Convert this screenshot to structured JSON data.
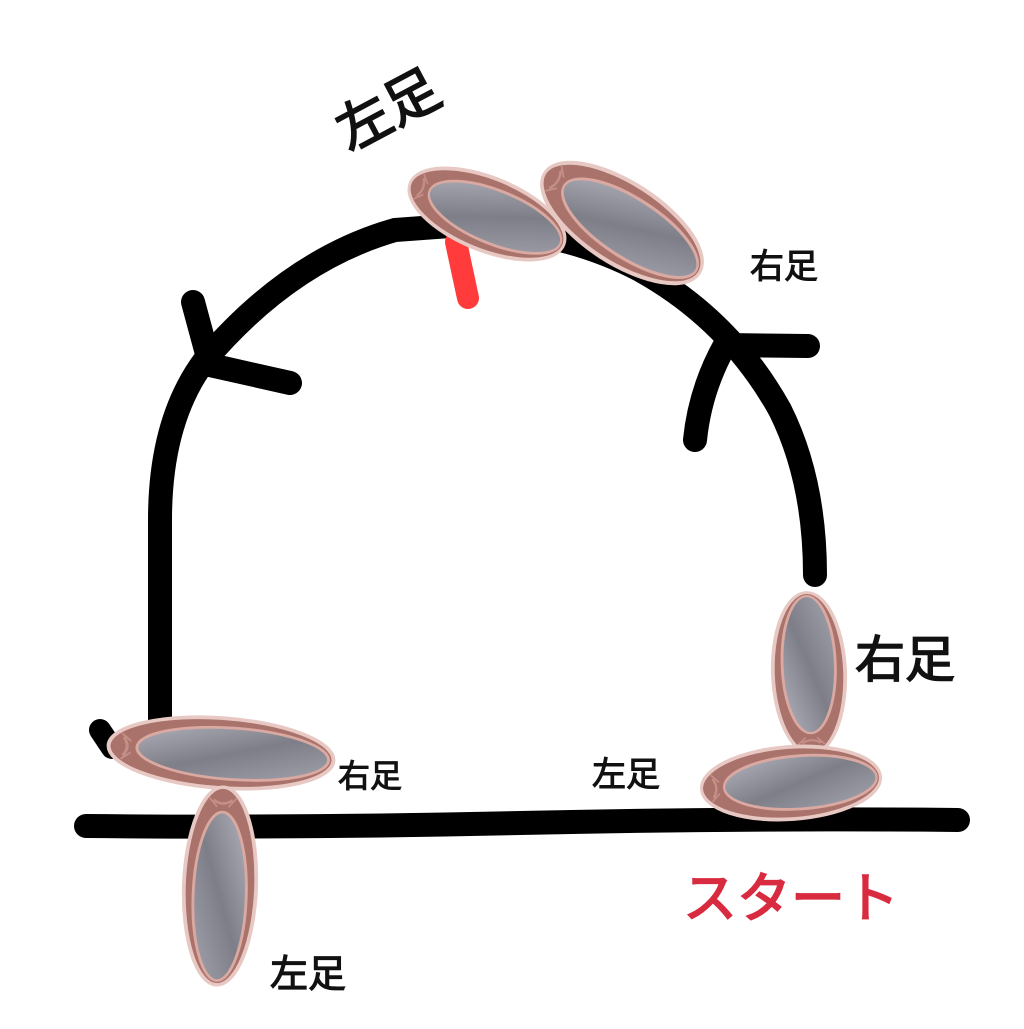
{
  "labels": {
    "left_foot_top": "左足",
    "right_foot_top": "右足",
    "right_foot_mid": "右足",
    "right_foot_low": "右足",
    "left_foot_low": "左足",
    "left_foot_bottom": "左足",
    "start": "スタート"
  },
  "colors": {
    "path": "#000000",
    "marker": "#ff3b3b",
    "start_text": "#d92b3f",
    "shoe_outer": "#a9726a",
    "shoe_inner": "#8f8f99"
  }
}
